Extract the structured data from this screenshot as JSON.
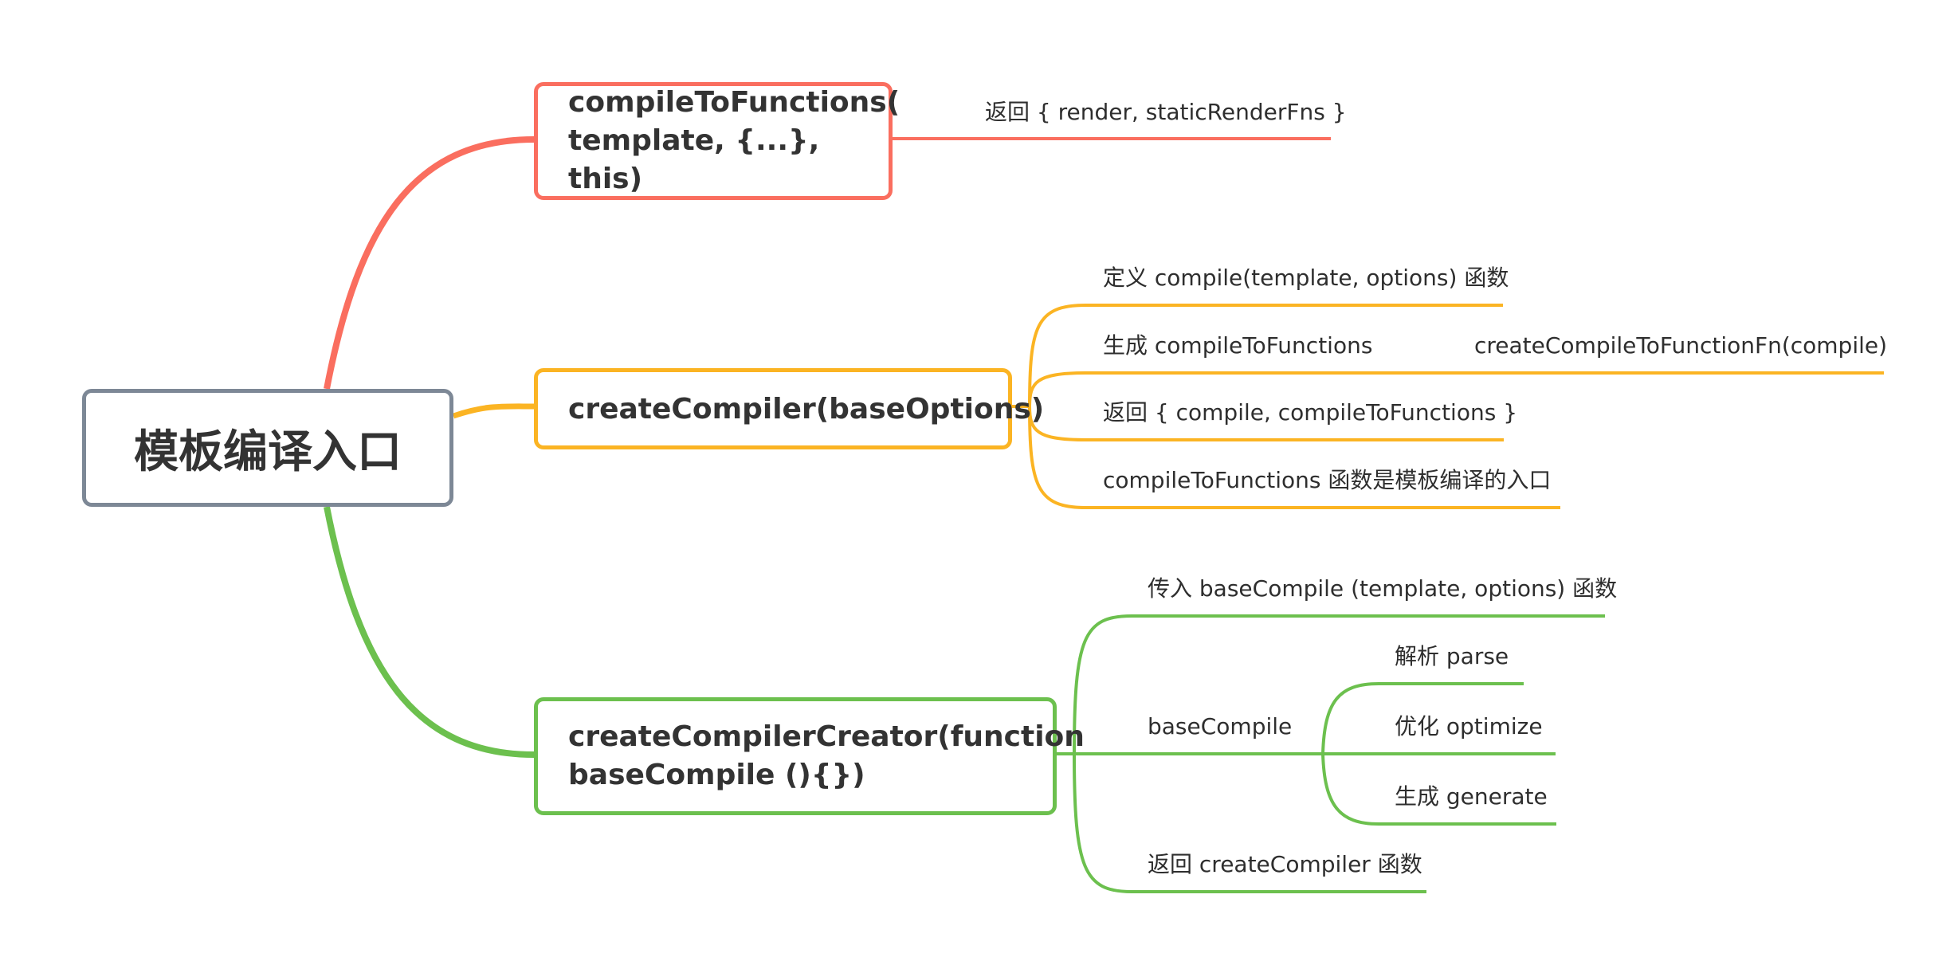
{
  "colors": {
    "root_border": "#7d8896",
    "branch_red": "#fa6e5f",
    "branch_orange": "#fbb423",
    "branch_green": "#6cc04e",
    "text": "#333333"
  },
  "root": {
    "label": "模板编译入口"
  },
  "branches": [
    {
      "label": "compileToFunctions(\ntemplate, {...}, this)",
      "children": [
        {
          "label": "返回 { render, staticRenderFns }"
        }
      ]
    },
    {
      "label": "createCompiler(baseOptions)",
      "children": [
        {
          "label": "定义 compile(template, options) 函数"
        },
        {
          "label": "生成 compileToFunctions",
          "children": [
            {
              "label": "createCompileToFunctionFn(compile)"
            }
          ]
        },
        {
          "label": "返回 { compile, compileToFunctions }"
        },
        {
          "label": "compileToFunctions 函数是模板编译的入口"
        }
      ]
    },
    {
      "label": "createCompilerCreator(function\nbaseCompile (){})",
      "children": [
        {
          "label": "传入 baseCompile (template, options) 函数"
        },
        {
          "label": "baseCompile",
          "children": [
            {
              "label": "解析 parse"
            },
            {
              "label": "优化 optimize"
            },
            {
              "label": "生成 generate"
            }
          ]
        },
        {
          "label": "返回 createCompiler 函数"
        }
      ]
    }
  ]
}
